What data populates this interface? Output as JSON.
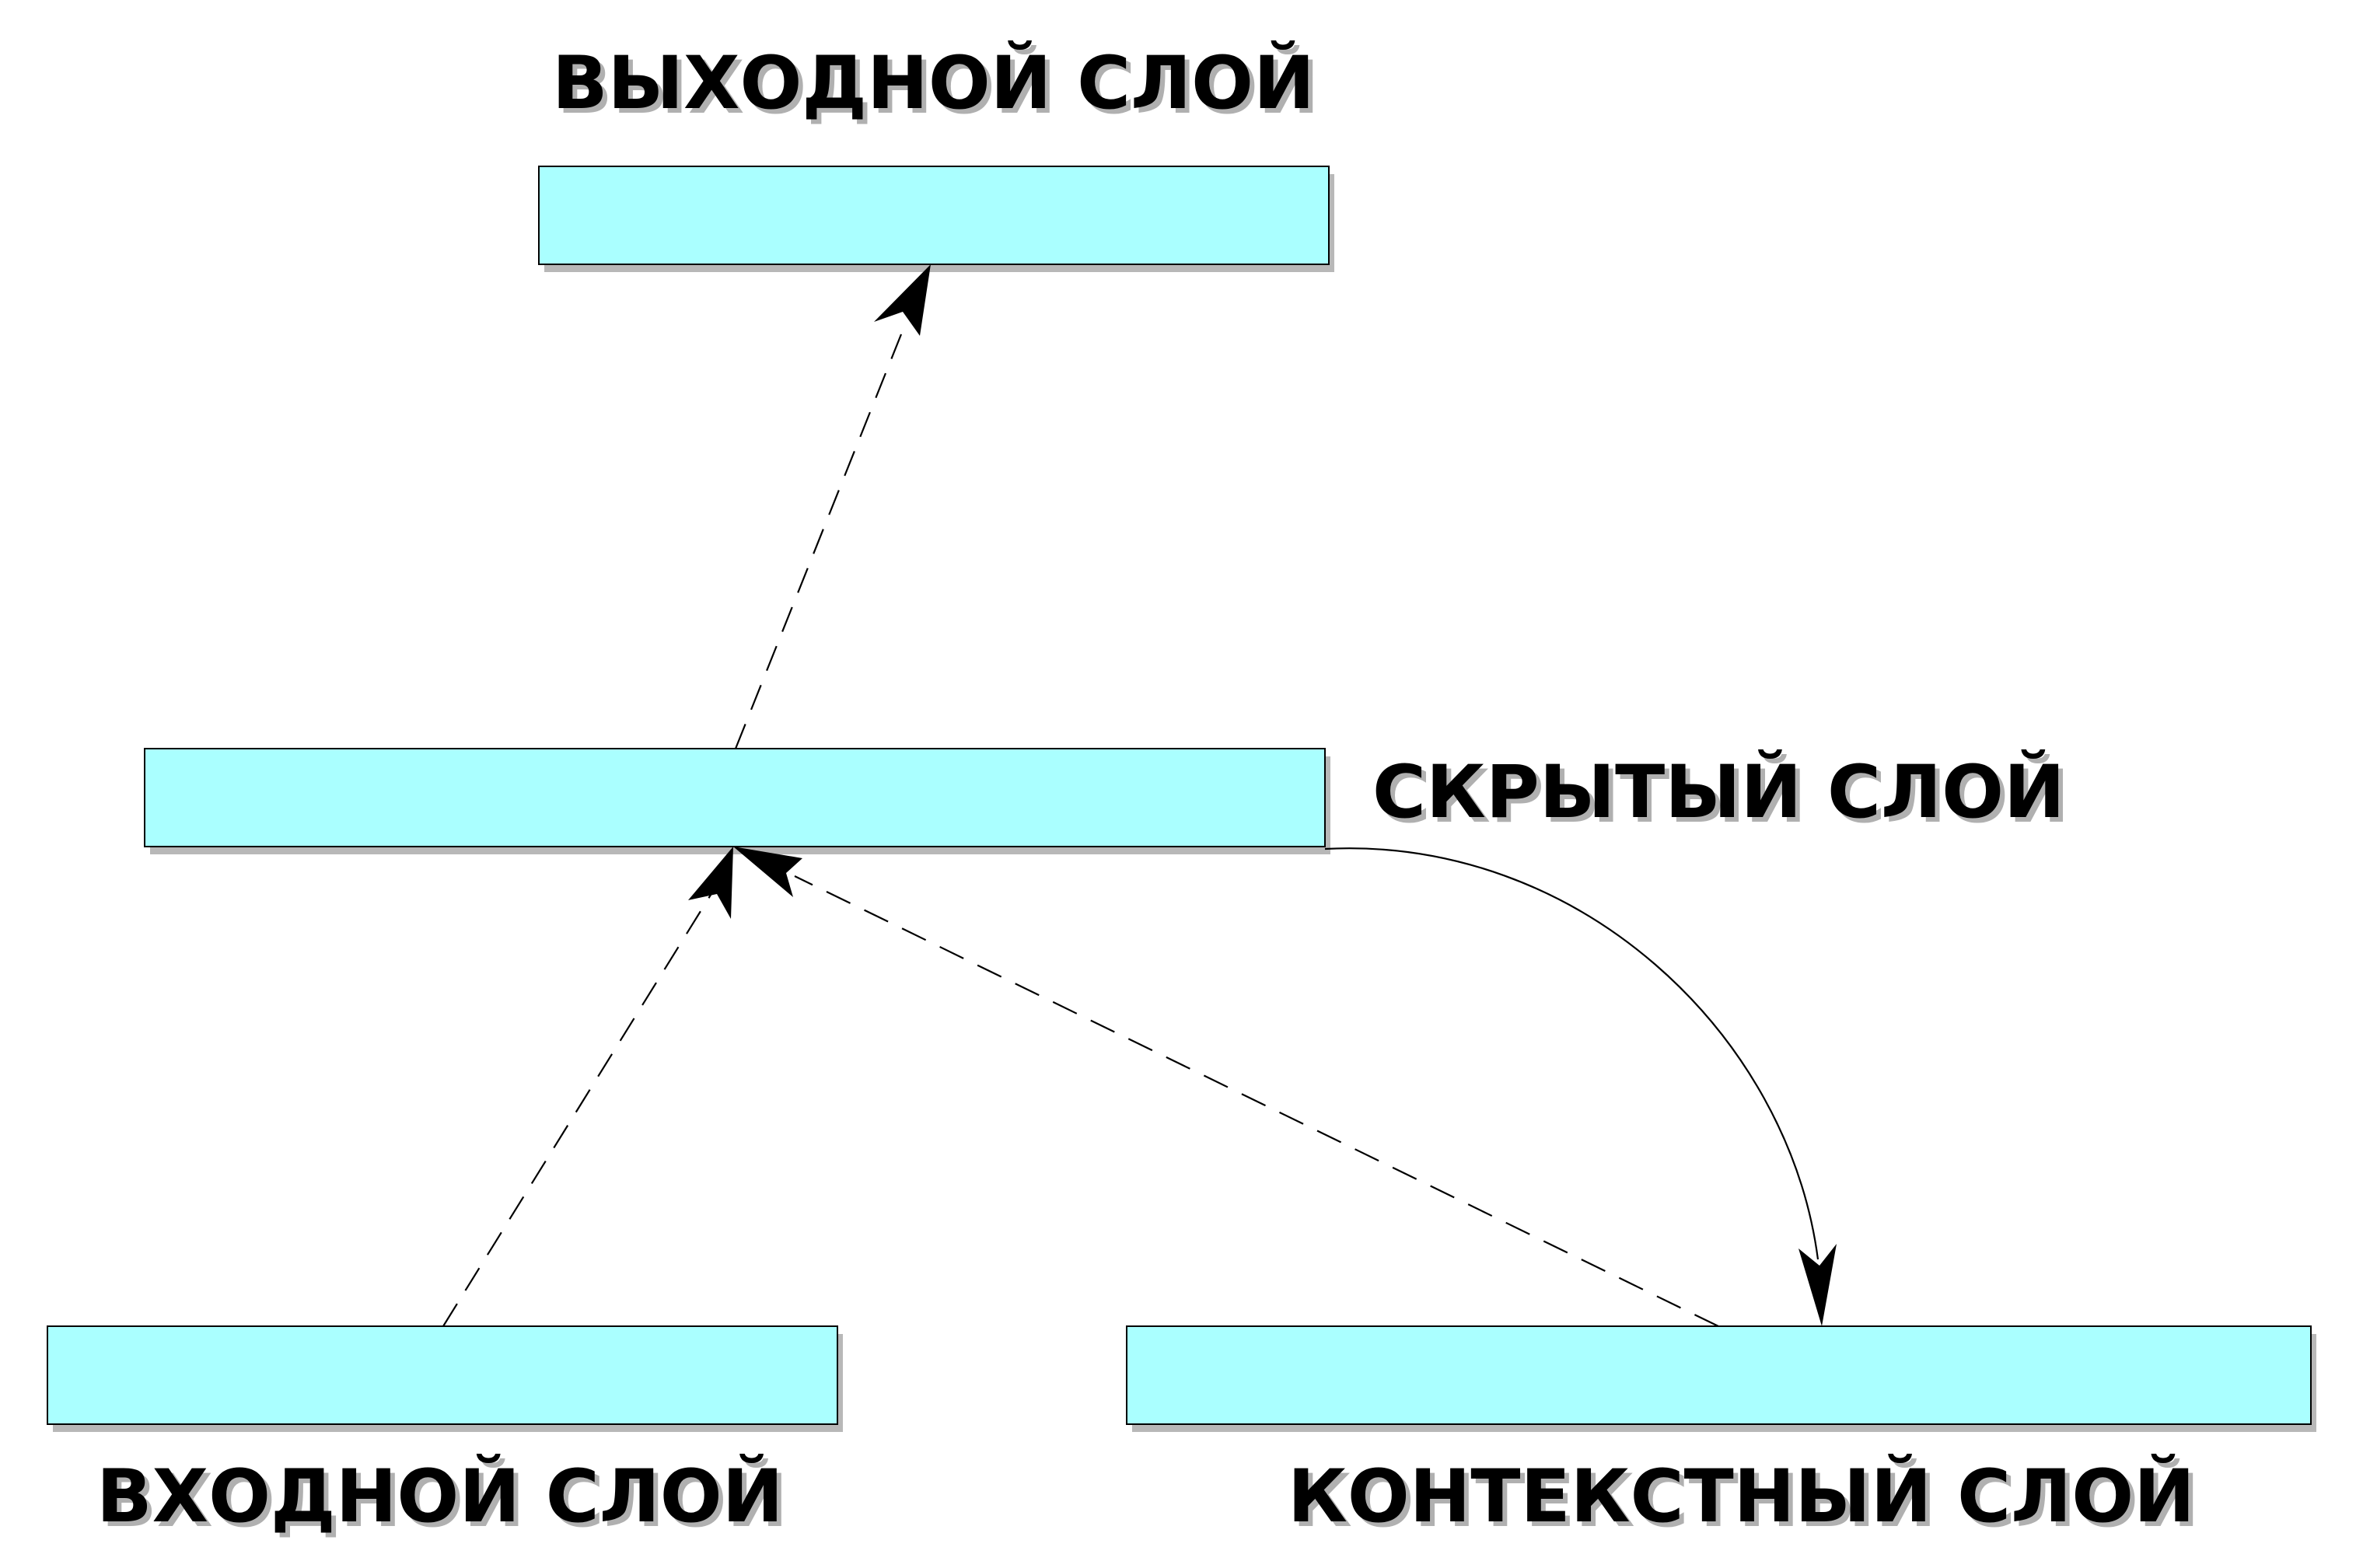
{
  "layers": {
    "output": {
      "label": "ВЫХОДНОЙ СЛОЙ"
    },
    "hidden": {
      "label": "СКРЫТЫЙ СЛОЙ"
    },
    "input": {
      "label": "ВХОДНОЙ СЛОЙ"
    },
    "context": {
      "label": "КОНТЕКСТНЫЙ СЛОЙ"
    }
  },
  "connections": [
    {
      "from": "input",
      "to": "hidden",
      "style": "dashed"
    },
    {
      "from": "hidden",
      "to": "output",
      "style": "dashed"
    },
    {
      "from": "context",
      "to": "hidden",
      "style": "dashed"
    },
    {
      "from": "hidden",
      "to": "context",
      "style": "solid-curved"
    }
  ],
  "colors": {
    "layer_fill": "#aaffff",
    "stroke": "#000000",
    "background": "#ffffff"
  }
}
